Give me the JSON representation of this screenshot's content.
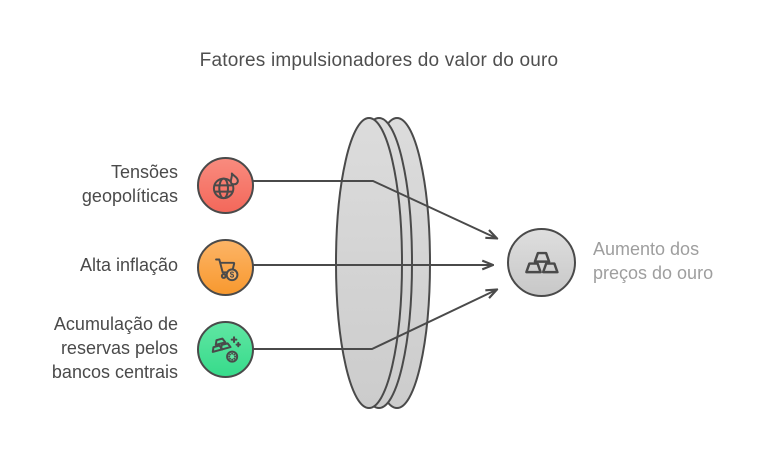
{
  "title": "Fatores impulsionadores do valor do ouro",
  "factors": [
    {
      "label": "Tensões geopolíticas",
      "icon": "globe-flame-icon",
      "gradient_top": "#f98b7e",
      "gradient_bottom": "#f3685b"
    },
    {
      "label": "Alta inflação",
      "icon": "cart-coin-icon",
      "gradient_top": "#fcb466",
      "gradient_bottom": "#f8992f"
    },
    {
      "label": "Acumulação de reservas pelos bancos centrais",
      "icon": "gold-bars-plus-icon",
      "gradient_top": "#60e6a3",
      "gradient_bottom": "#37db8b"
    }
  ],
  "outcome": {
    "label": "Aumento dos preços do ouro",
    "icon": "gold-ingots-icon",
    "gradient_top": "#dedede",
    "gradient_bottom": "#c8c8c8"
  },
  "colors": {
    "background": "#ffffff",
    "outline": "#4a4a4a",
    "title_text": "#4f4f4f",
    "factor_text": "#4a4a4a",
    "outcome_text": "#9e9e9e",
    "lens_fill_light": "#dcdcdc",
    "lens_fill_dark": "#cccccc"
  }
}
